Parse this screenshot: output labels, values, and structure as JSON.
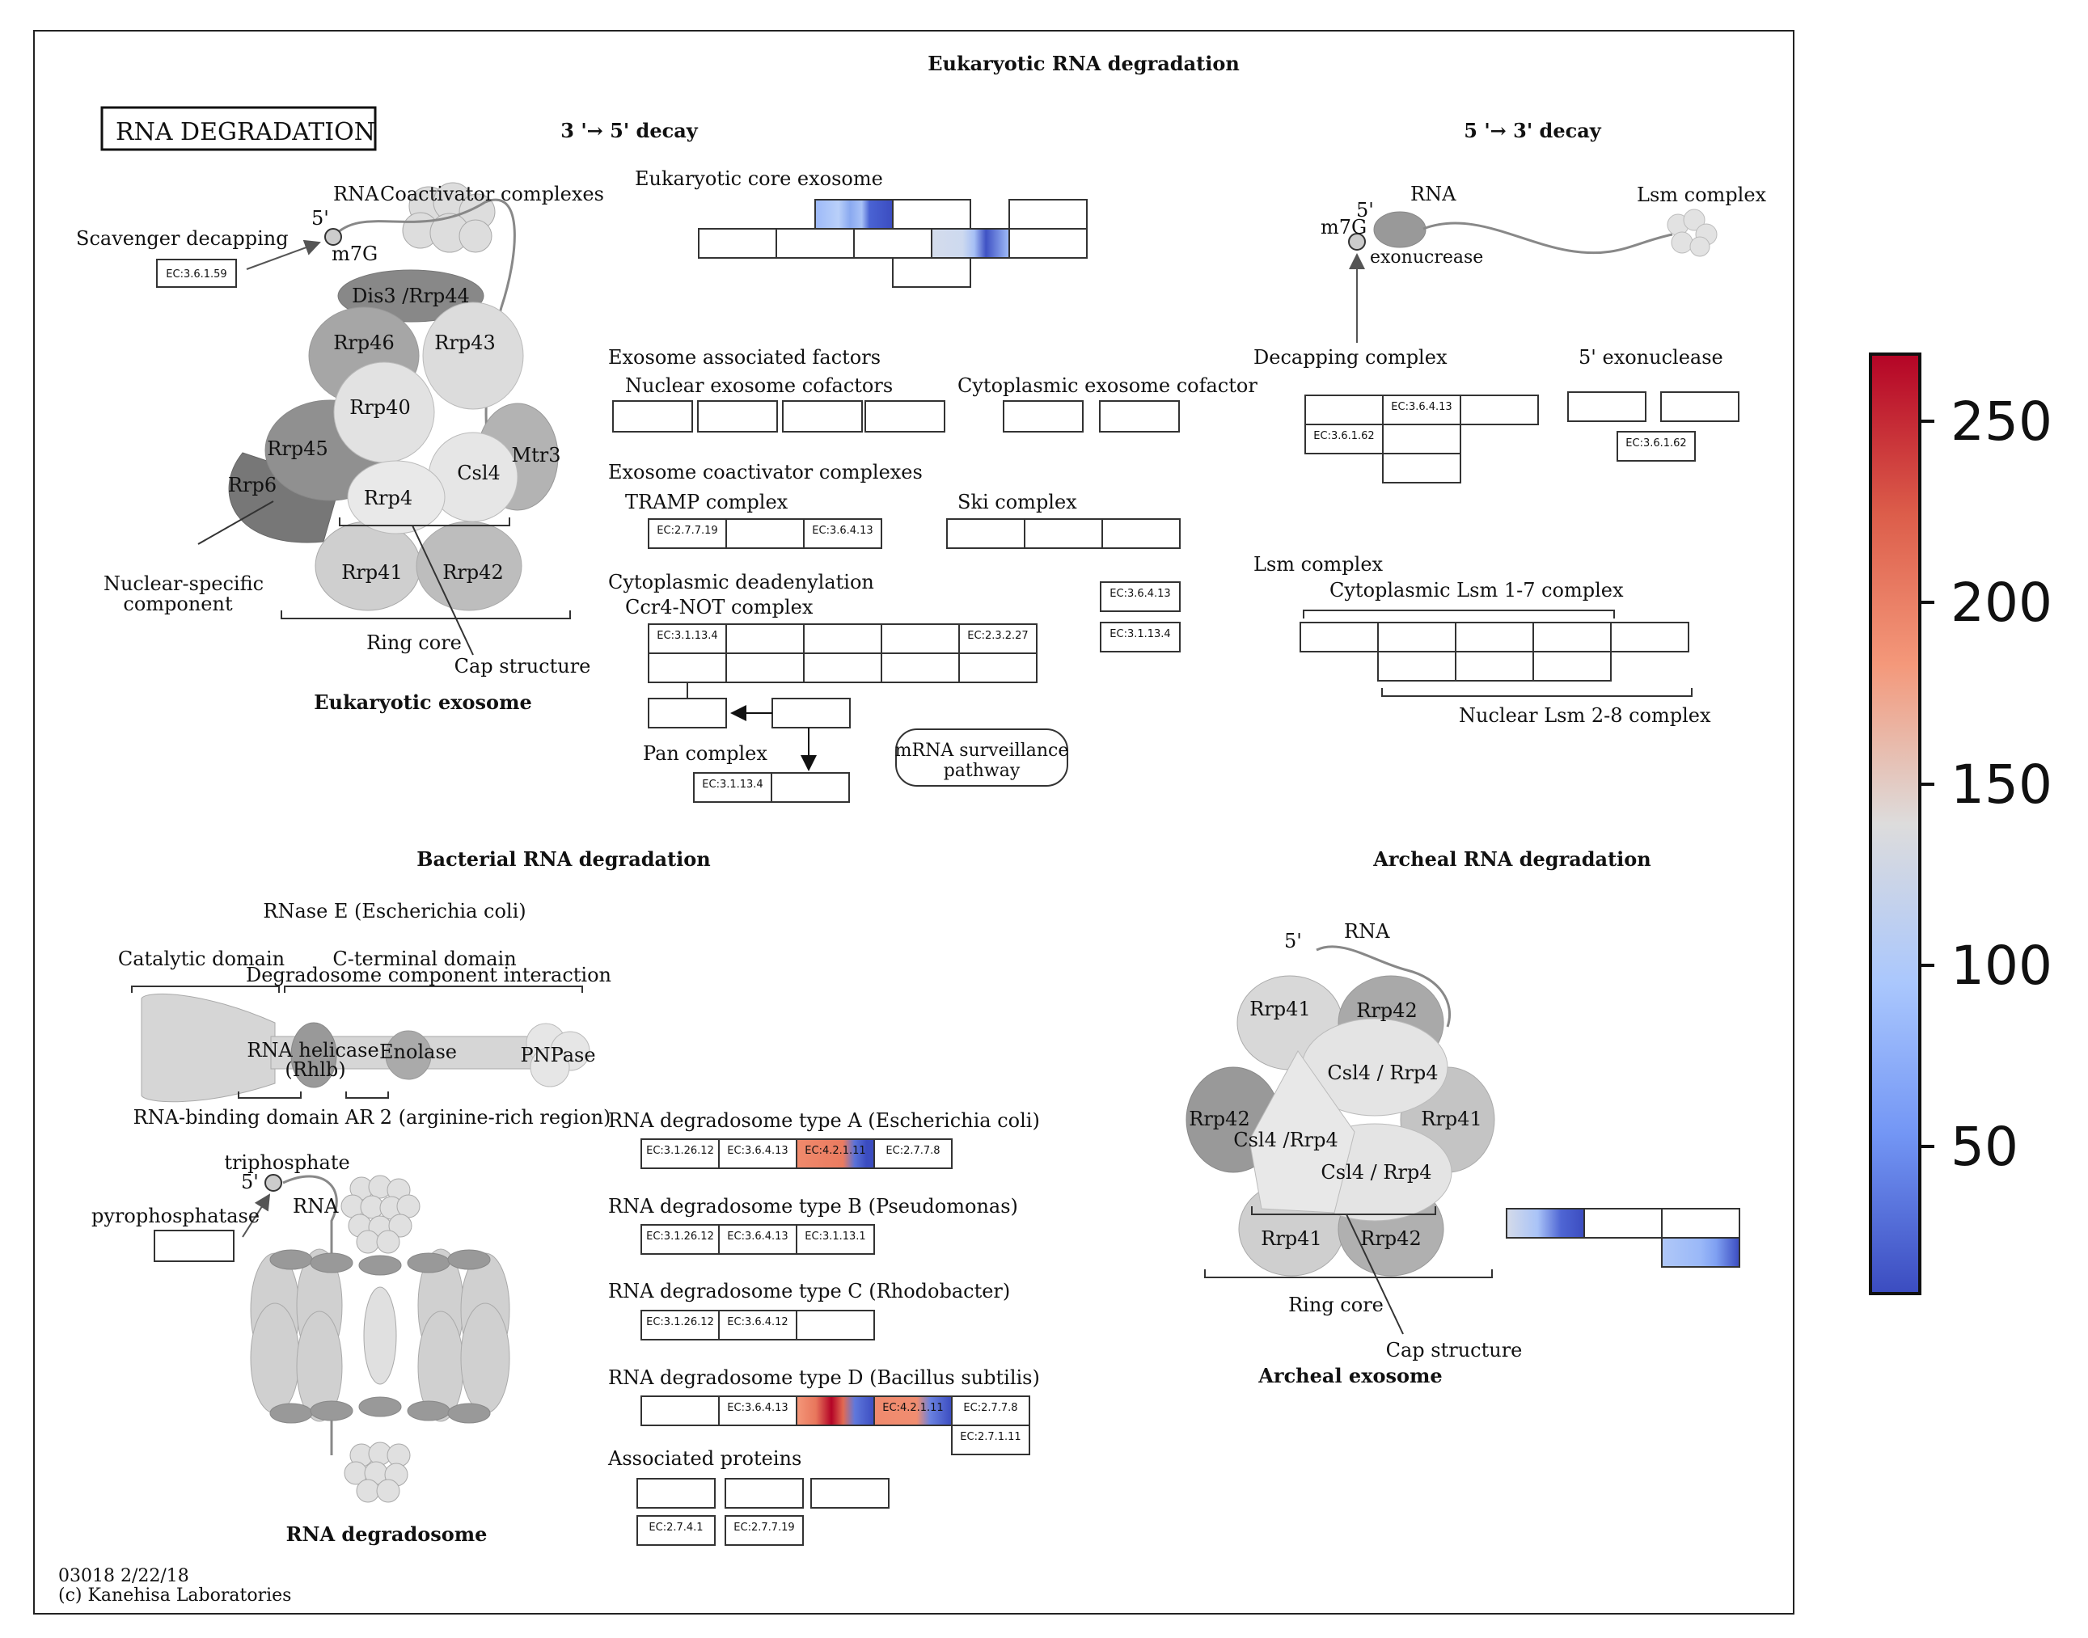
{
  "pathway": {
    "title_box": "RNA DEGRADATION",
    "id_date": "03018 2/22/18",
    "copyright": "(c) Kanehisa Laboratories"
  },
  "sections": {
    "eukaryotic": "Eukaryotic RNA degradation",
    "decay35": "3 '→ 5' decay",
    "decay53": "5 '→ 3' decay",
    "bacterial": "Bacterial RNA degradation",
    "archeal": "Archeal RNA degradation"
  },
  "exosome": {
    "caption": "Eukaryotic exosome",
    "rna": "RNA",
    "five": "5'",
    "m7g": "m7G",
    "coactivator": "Coactivator complexes",
    "scavenger": "Scavenger decapping",
    "scavenger_ec": "EC:3.6.1.59",
    "dis3": "Dis3 /Rrp44",
    "rrp46": "Rrp46",
    "rrp43": "Rrp43",
    "rrp40": "Rrp40",
    "rrp45": "Rrp45",
    "mtr3": "Mtr3",
    "csl4": "Csl4",
    "rrp6": "Rrp6",
    "rrp4": "Rrp4",
    "rrp41": "Rrp41",
    "rrp42": "Rrp42",
    "nuclear_specific": "Nuclear-specific",
    "component": "component",
    "ring_core": "Ring core",
    "cap_structure": "Cap structure"
  },
  "d35": {
    "core_exosome": "Eukaryotic core exosome",
    "assoc_factors": "Exosome associated factors",
    "nuclear_cof": "Nuclear exosome cofactors",
    "cyto_cof": "Cytoplasmic exosome cofactor",
    "coactivator": "Exosome coactivator complexes",
    "tramp": "TRAMP complex",
    "ski": "Ski complex",
    "tramp_ec1": "EC:2.7.7.19",
    "tramp_ec2": "EC:3.6.4.13",
    "deadenylation": "Cytoplasmic deadenylation",
    "ccr4": "Ccr4-NOT complex",
    "ccr4_ec1": "EC:3.1.13.4",
    "ccr4_ec2": "EC:2.3.2.27",
    "side_ec1": "EC:3.6.4.13",
    "side_ec2": "EC:3.1.13.4",
    "pan": "Pan complex",
    "pan_ec": "EC:3.1.13.4",
    "surveillance1": "mRNA surveillance",
    "surveillance2": "pathway"
  },
  "d53": {
    "rna": "RNA",
    "five": "5'",
    "m7g": "m7G",
    "exo": "exonucrease",
    "lsm": "Lsm complex",
    "decapping": "Decapping complex",
    "exonuclease": "5' exonuclease",
    "dc_ec1": "EC:3.6.4.13",
    "dc_ec2": "EC:3.6.1.62",
    "exo_ec": "EC:3.6.1.62",
    "lsm_label": "Lsm complex",
    "cyto_lsm": "Cytoplasmic Lsm 1-7 complex",
    "nuclear_lsm": "Nuclear Lsm 2-8 complex"
  },
  "bacterial": {
    "rnase_e": "RNase E (Escherichia coli)",
    "catalytic": "Catalytic domain",
    "cterminal": "C-terminal domain",
    "degradosome_interaction": "Degradosome component interaction",
    "rna_helicase": "RNA helicase",
    "rhlb": "(Rhlb)",
    "enolase": "Enolase",
    "pnpase": "PNPase",
    "binding": "RNA-binding domain AR 2  (arginine-rich region)",
    "triphosphate": "triphosphate",
    "five": "5'",
    "rna": "RNA",
    "pyrophosphatase": "pyrophosphatase",
    "caption": "RNA degradosome",
    "typeA": "RNA degradosome type A (Escherichia coli)",
    "typeB": "RNA degradosome type B (Pseudomonas)",
    "typeC": "RNA degradosome type C (Rhodobacter)",
    "typeD": "RNA degradosome type D (Bacillus subtilis)",
    "assoc": "Associated proteins",
    "a_ec1": "EC:3.1.26.12",
    "a_ec2": "EC:3.6.4.13",
    "a_ec3": "EC:4.2.1.11",
    "a_ec4": "EC:2.7.7.8",
    "b_ec1": "EC:3.1.26.12",
    "b_ec2": "EC:3.6.4.13",
    "b_ec3": "EC:3.1.13.1",
    "c_ec1": "EC:3.1.26.12",
    "c_ec2": "EC:3.6.4.12",
    "d_ec1": "EC:3.6.4.13",
    "d_ec2": "EC:4.2.1.11",
    "d_ec3": "EC:2.7.7.8",
    "d_ec4": "EC:2.7.1.11",
    "ap_ec1": "EC:2.7.4.1",
    "ap_ec2": "EC:2.7.7.19"
  },
  "archeal": {
    "five": "5'",
    "rna": "RNA",
    "rrp41": "Rrp41",
    "rrp42": "Rrp42",
    "csl4_rrp4": "Csl4 / Rrp4",
    "csl4_rrp4_b": "Csl4 /Rrp4",
    "ring_core": "Ring core",
    "cap_structure": "Cap structure",
    "caption": "Archeal exosome"
  },
  "colorbar": {
    "ticks": [
      "250",
      "200",
      "150",
      "100",
      "50"
    ],
    "colors": [
      "#b40426",
      "#dc5d4a",
      "#f4987a",
      "#dddcdc",
      "#aac7fd",
      "#7396f5",
      "#3b4cc0"
    ]
  }
}
